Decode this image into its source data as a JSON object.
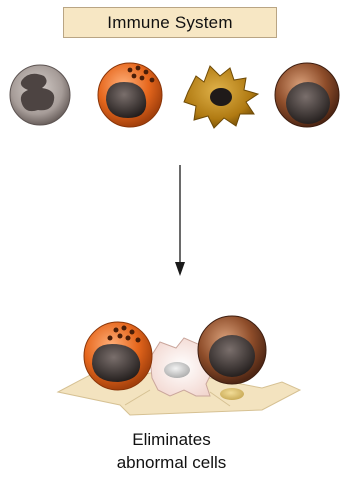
{
  "header": {
    "title": "Immune System"
  },
  "caption": {
    "line1": "Eliminates",
    "line2": "abnormal cells"
  },
  "colors": {
    "title_fill": "#f7e7c4",
    "orange_cell": "#e0651d",
    "brown_cell": "#8a4b2a",
    "gold_cell": "#b07a12",
    "grey_cell": "#9b9290",
    "tissue": "#f3e3bf"
  }
}
